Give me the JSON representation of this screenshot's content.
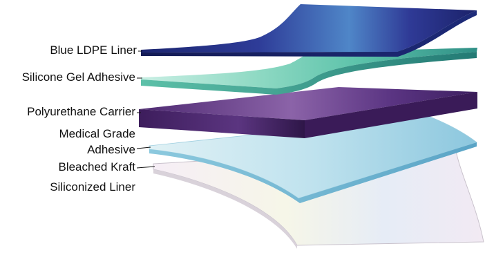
{
  "layers": [
    {
      "id": "blue-ldpe-liner",
      "label": "Blue LDPE Liner",
      "color": "#2a3590"
    },
    {
      "id": "silicone-gel-adhesive",
      "label": "Silicone Gel Adhesive",
      "color": "#6fcfb3"
    },
    {
      "id": "polyurethane-carrier",
      "label": "Polyurethane Carrier",
      "color": "#6b3d8f"
    },
    {
      "id": "medical-grade-adhesive",
      "label_lines": [
        "Medical Grade",
        "Adhesive"
      ],
      "color": "#a8d8e8"
    },
    {
      "id": "bleached-kraft-liner",
      "label_lines": [
        "Bleached Kraft",
        "Siliconized Liner"
      ],
      "color": "#f2eef4"
    }
  ]
}
